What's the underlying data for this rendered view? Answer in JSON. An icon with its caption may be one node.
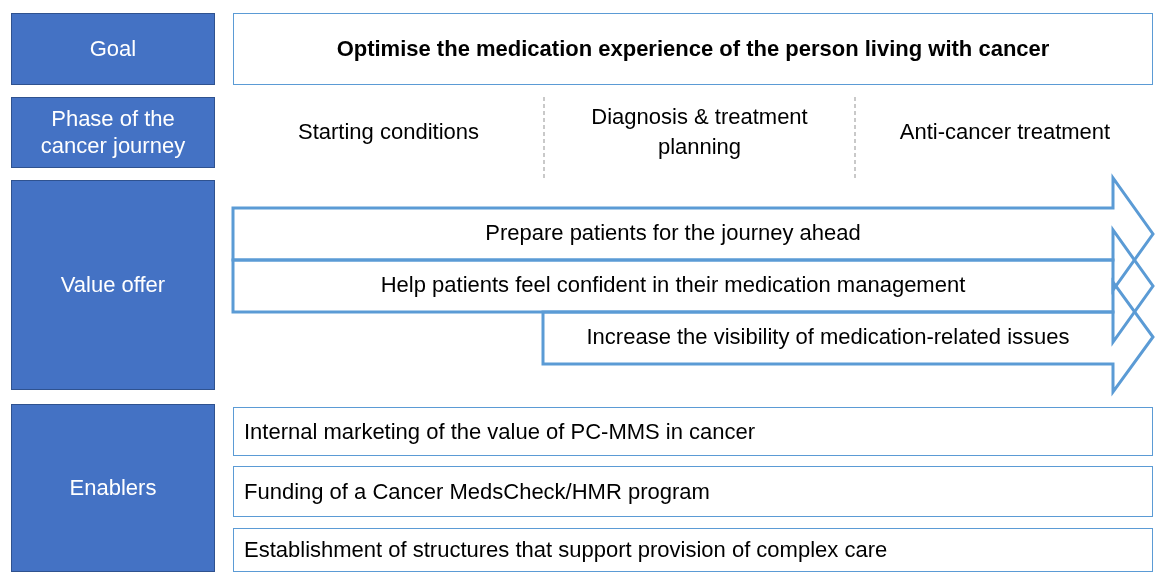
{
  "diagram": {
    "nodes": [
      {
        "text": [
          "Goal"
        ]
      },
      {
        "text": [
          "Optimise the medication experience of the person living with cancer"
        ]
      },
      {
        "text": [
          "Phase of the cancer journey"
        ]
      },
      {
        "text": [
          "Value offer"
        ]
      },
      {
        "text": [
          "Prepare patients for the journey ahead"
        ]
      },
      {
        "text": [
          "Help patients feel confident in their medication management"
        ]
      },
      {
        "text": [
          "Increase the visibility of medication-related issues"
        ]
      },
      {
        "text": [
          "Enablers"
        ]
      },
      {
        "text": [
          "Internal marketing of the value of PC-MMS in cancer"
        ]
      },
      {
        "text": [
          "Funding of a Cancer MedsCheck/HMR program"
        ]
      },
      {
        "text": [
          "Establishment of structures that support provision of complex care"
        ]
      }
    ],
    "labels": [
      "Starting conditions",
      "Diagnosis & treatment planning",
      "Anti-cancer treatment"
    ]
  }
}
